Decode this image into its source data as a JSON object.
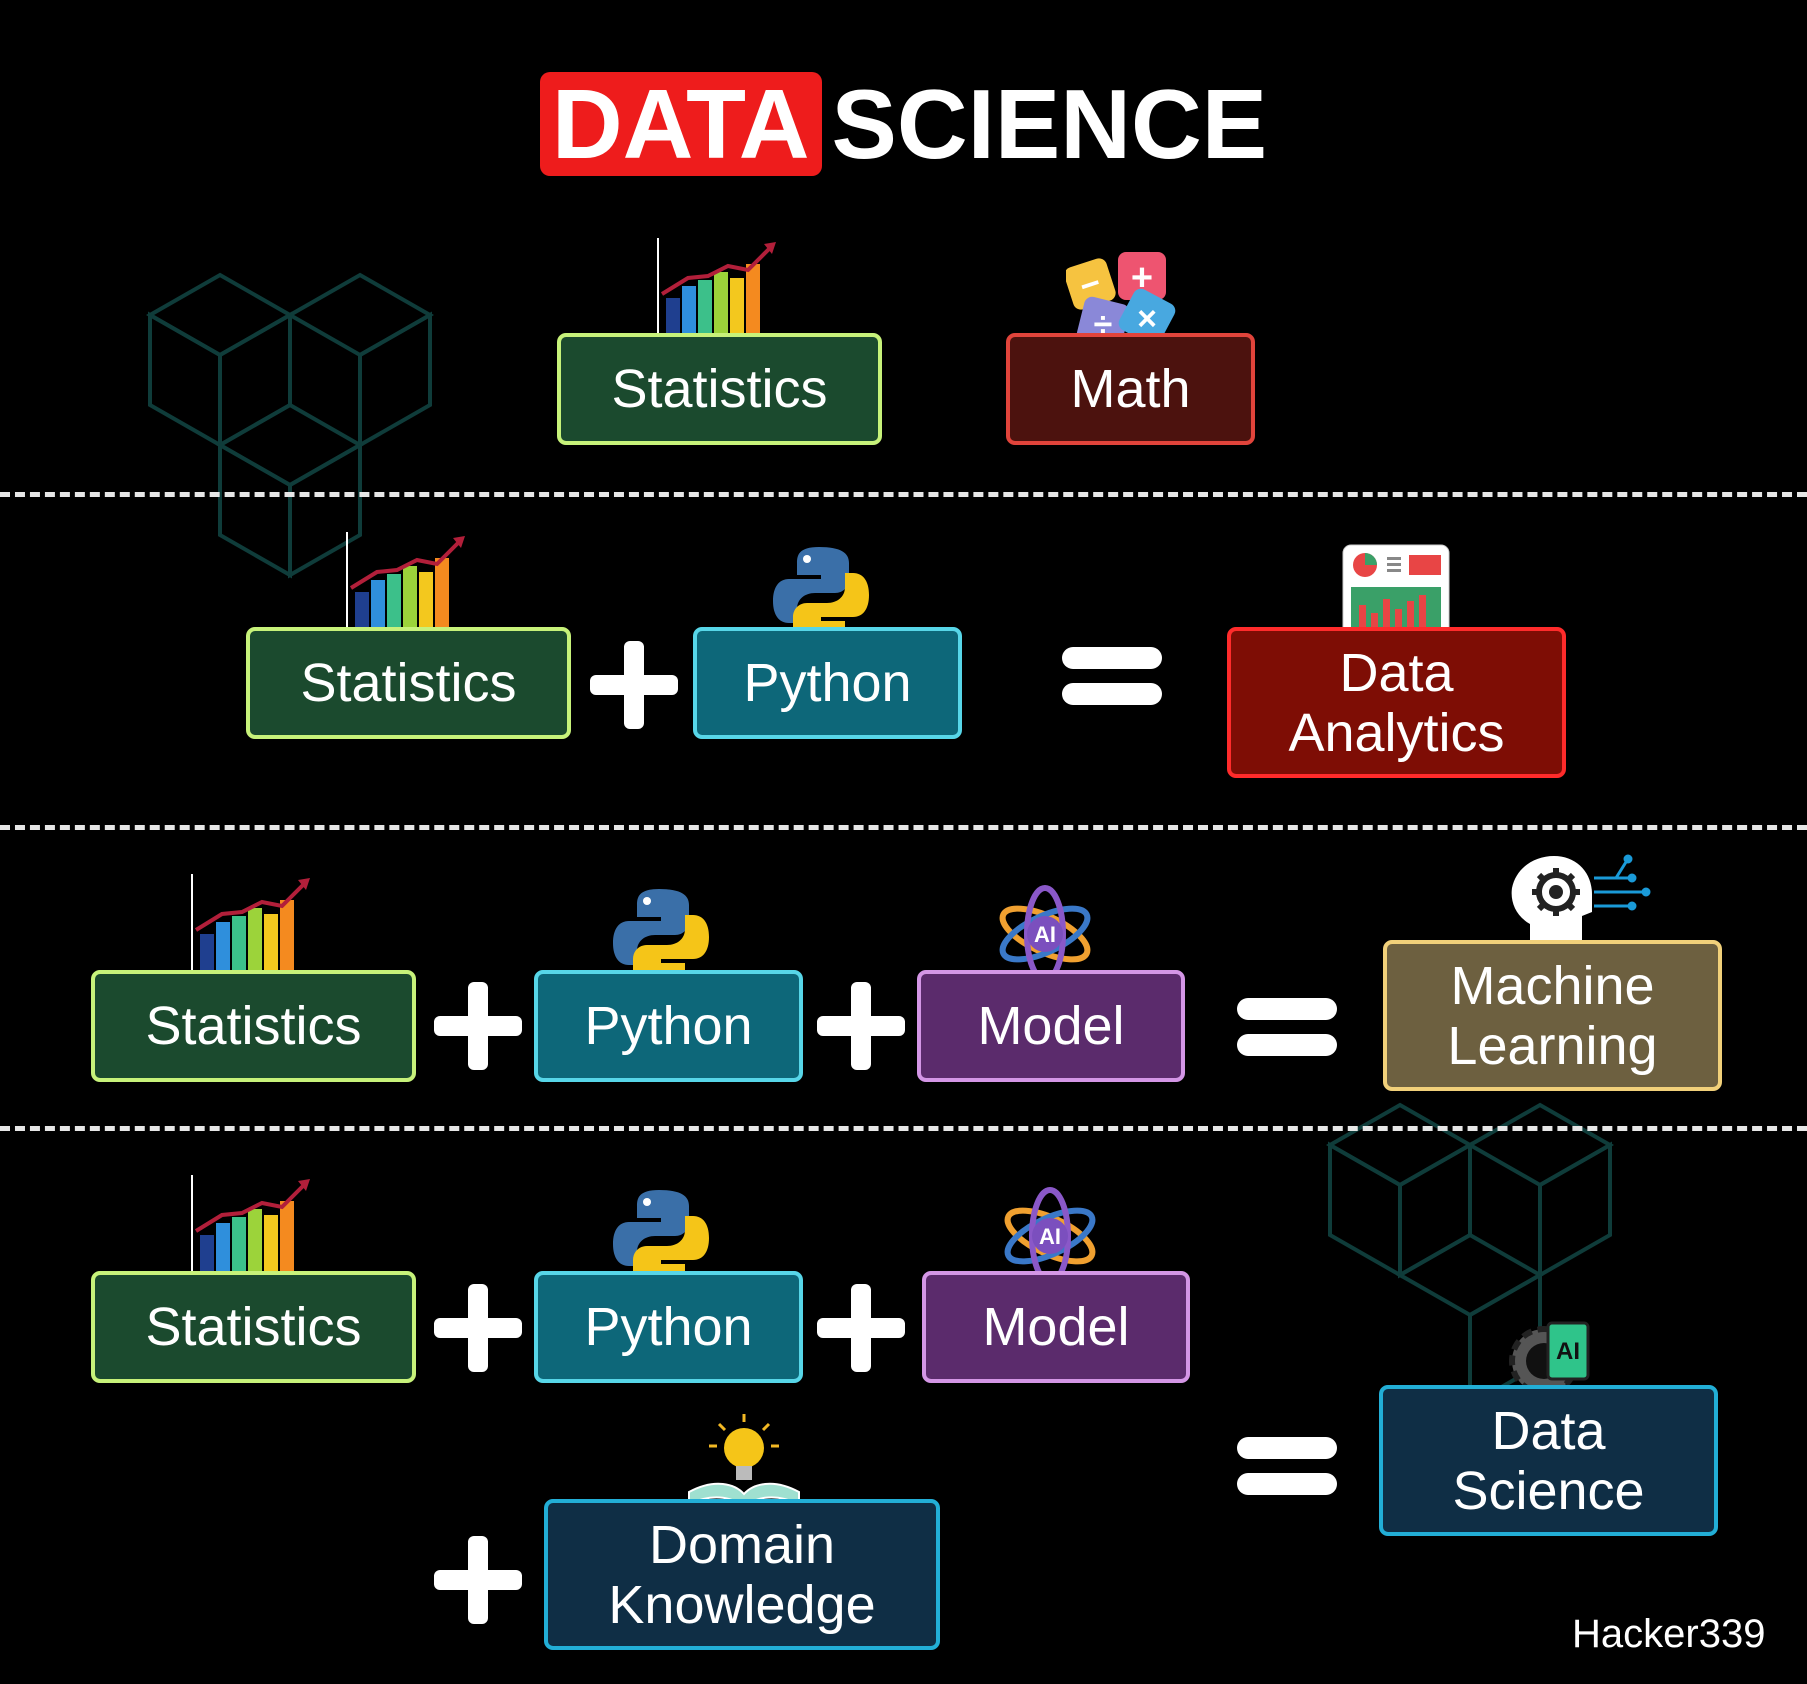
{
  "header": {
    "title_part1": "DATA",
    "title_part2": "SCIENCE"
  },
  "colors": {
    "title_red": "#ee1c1c",
    "statistics": "#1b4a2e",
    "math": "#4c120e",
    "python": "#0d6779",
    "model": "#5b2b6c",
    "data_analytics": "#7e0d05",
    "machine_learning": "#6d6040",
    "data_science": "#0f2e45"
  },
  "row1": {
    "statistics": "Statistics",
    "math": "Math"
  },
  "row2": {
    "statistics": "Statistics",
    "python": "Python",
    "result_line1": "Data",
    "result_line2": "Analytics"
  },
  "row3": {
    "statistics": "Statistics",
    "python": "Python",
    "model": "Model",
    "result_line1": "Machine",
    "result_line2": "Learning"
  },
  "row4": {
    "statistics": "Statistics",
    "python": "Python",
    "model": "Model",
    "domain_line1": "Domain",
    "domain_line2": "Knowledge",
    "result_line1": "Data",
    "result_line2": "Science"
  },
  "icons": [
    "bar-chart-icon",
    "math-symbols-icon",
    "python-logo-icon",
    "dashboard-icon",
    "ai-atom-icon",
    "gear-head-icon",
    "lightbulb-book-icon",
    "ai-chip-gear-icon"
  ],
  "credit": "Hacker339"
}
